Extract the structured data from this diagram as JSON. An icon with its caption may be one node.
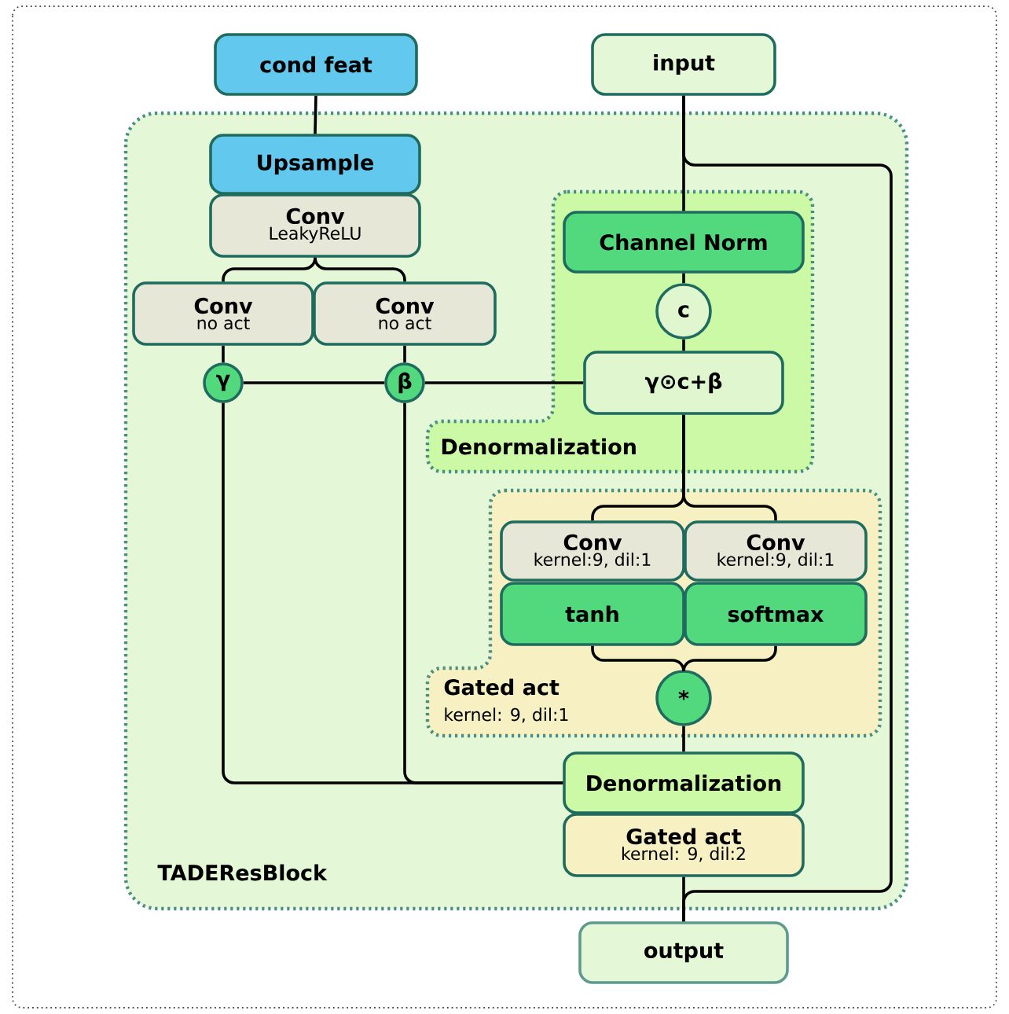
{
  "diagram": {
    "nodes": [
      {
        "text": [
          "TADEResBlock"
        ]
      },
      {
        "text": [
          "Denormalization"
        ],
        "in": 0
      },
      {
        "text": [
          "Gated act",
          "kernel: 9, dil:1"
        ],
        "in": 0
      },
      {
        "text": [
          "cond feat"
        ]
      },
      {
        "text": [
          "input"
        ]
      },
      {
        "text": [
          "Upsample"
        ],
        "in": 0
      },
      {
        "text": [
          "Conv",
          "LeakyReLU"
        ],
        "in": 0
      },
      {
        "text": [
          "Conv",
          "no act"
        ],
        "in": 0
      },
      {
        "text": [
          "Conv",
          "no act"
        ],
        "in": 0
      },
      {
        "text": [
          "γ"
        ],
        "in": 0
      },
      {
        "text": [
          "β"
        ],
        "in": 0
      },
      {
        "text": [
          "Channel Norm"
        ],
        "in": 1
      },
      {
        "text": [
          "c"
        ],
        "in": 1
      },
      {
        "text": [
          "γ⊙c+β"
        ],
        "in": 1
      },
      {
        "text": [
          "Conv",
          "kernel:9, dil:1"
        ],
        "in": 2
      },
      {
        "text": [
          "Conv",
          "kernel:9, dil:1"
        ],
        "in": 2
      },
      {
        "text": [
          "tanh"
        ],
        "in": 2
      },
      {
        "text": [
          "softmax"
        ],
        "in": 2
      },
      {
        "text": [
          "*"
        ],
        "in": 2
      },
      {
        "text": [
          "Denormalization"
        ],
        "in": 0
      },
      {
        "text": [
          "Gated act",
          "kernel: 9, dil:2"
        ],
        "in": 0
      },
      {
        "text": [
          "output"
        ]
      }
    ],
    "edges": [
      {
        "from": 3,
        "to": 5,
        "arrow": "none"
      },
      {
        "from": 6,
        "to": 7,
        "arrow": "none"
      },
      {
        "from": 6,
        "to": 8,
        "arrow": "none"
      },
      {
        "from": 7,
        "to": 9,
        "arrow": "none"
      },
      {
        "from": 8,
        "to": 10,
        "arrow": "none"
      },
      {
        "from": 9,
        "to": 10,
        "arrow": "none"
      },
      {
        "from": 10,
        "to": 13,
        "arrow": "none"
      },
      {
        "from": 4,
        "to": 11,
        "arrow": "none"
      },
      {
        "from": 11,
        "to": 12,
        "arrow": "none"
      },
      {
        "from": 12,
        "to": 13,
        "arrow": "none"
      },
      {
        "from": 13,
        "to": 14,
        "arrow": "none"
      },
      {
        "from": 13,
        "to": 15,
        "arrow": "none"
      },
      {
        "from": 16,
        "to": 18,
        "arrow": "none"
      },
      {
        "from": 17,
        "to": 18,
        "arrow": "none"
      },
      {
        "from": 18,
        "to": 19,
        "arrow": "none"
      },
      {
        "from": 9,
        "to": 19,
        "arrow": "none"
      },
      {
        "from": 10,
        "to": 19,
        "arrow": "none"
      },
      {
        "from": 20,
        "to": 21,
        "arrow": "none"
      },
      {
        "from": 4,
        "to": 21,
        "arrow": "none"
      }
    ]
  }
}
